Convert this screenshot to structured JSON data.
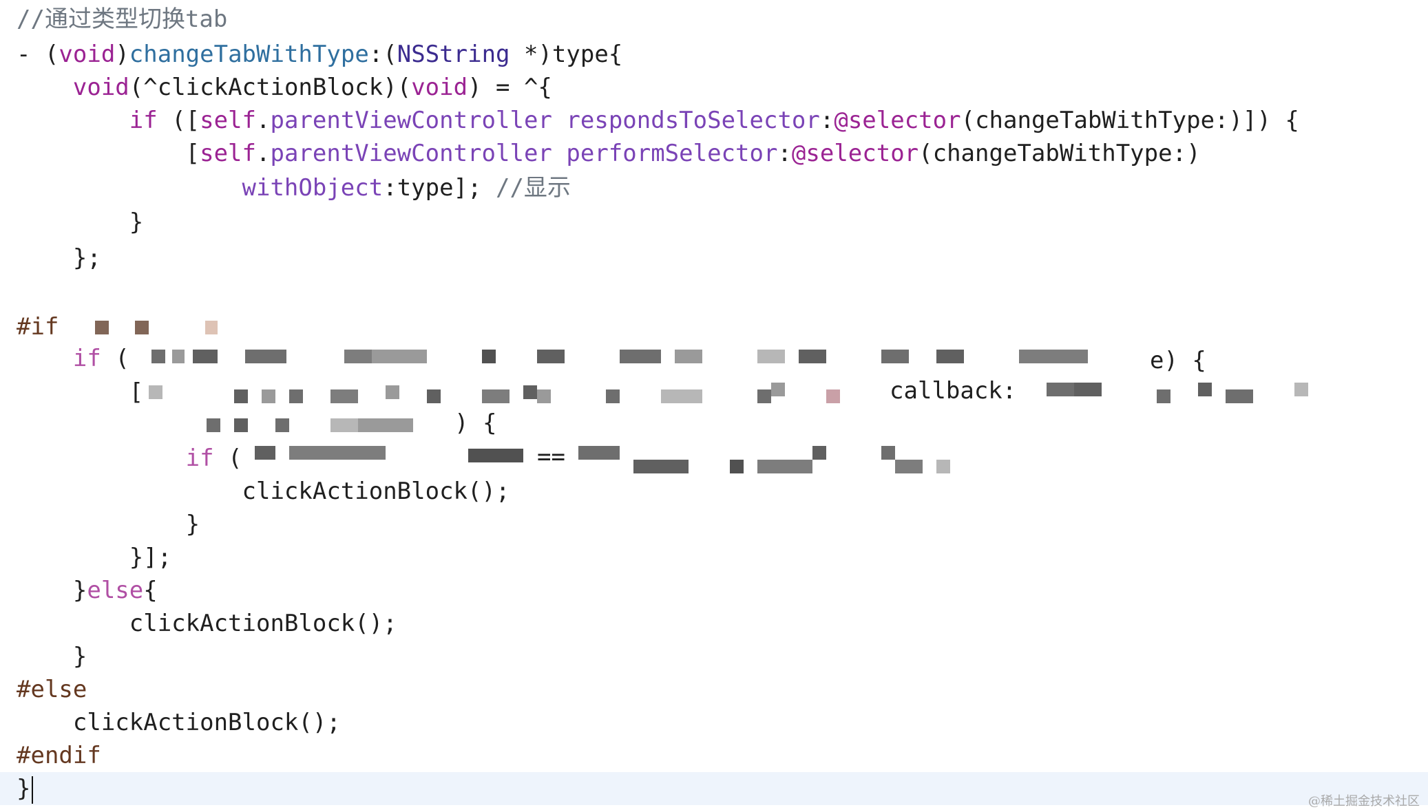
{
  "editor": {
    "lines": [
      [
        {
          "t": "//通过类型切换tab",
          "c": "c-comment"
        }
      ],
      [
        {
          "t": "- (",
          "c": "c-plain"
        },
        {
          "t": "void",
          "c": "c-keyword"
        },
        {
          "t": ")",
          "c": "c-plain"
        },
        {
          "t": "changeTabWithType",
          "c": "c-method"
        },
        {
          "t": ":(",
          "c": "c-plain"
        },
        {
          "t": "NSString",
          "c": "c-class"
        },
        {
          "t": " *)type{",
          "c": "c-plain"
        }
      ],
      [
        {
          "t": "    ",
          "c": "c-plain"
        },
        {
          "t": "void",
          "c": "c-keyword"
        },
        {
          "t": "(^clickActionBlock)(",
          "c": "c-plain"
        },
        {
          "t": "void",
          "c": "c-keyword"
        },
        {
          "t": ") = ^{",
          "c": "c-plain"
        }
      ],
      [
        {
          "t": "        ",
          "c": "c-plain"
        },
        {
          "t": "if",
          "c": "c-keyword"
        },
        {
          "t": " ([",
          "c": "c-plain"
        },
        {
          "t": "self",
          "c": "c-keyword"
        },
        {
          "t": ".",
          "c": "c-plain"
        },
        {
          "t": "parentViewController",
          "c": "c-prop"
        },
        {
          "t": " ",
          "c": "c-plain"
        },
        {
          "t": "respondsToSelector",
          "c": "c-sel"
        },
        {
          "t": ":",
          "c": "c-plain"
        },
        {
          "t": "@selector",
          "c": "c-keyword"
        },
        {
          "t": "(changeTabWithType:)]) {",
          "c": "c-plain"
        }
      ],
      [
        {
          "t": "            [",
          "c": "c-plain"
        },
        {
          "t": "self",
          "c": "c-keyword"
        },
        {
          "t": ".",
          "c": "c-plain"
        },
        {
          "t": "parentViewController",
          "c": "c-prop"
        },
        {
          "t": " ",
          "c": "c-plain"
        },
        {
          "t": "performSelector",
          "c": "c-sel"
        },
        {
          "t": ":",
          "c": "c-plain"
        },
        {
          "t": "@selector",
          "c": "c-keyword"
        },
        {
          "t": "(changeTabWithType:)",
          "c": "c-plain"
        }
      ],
      [
        {
          "t": "                ",
          "c": "c-plain"
        },
        {
          "t": "withObject",
          "c": "c-sel"
        },
        {
          "t": ":type]; ",
          "c": "c-plain"
        },
        {
          "t": "//显示",
          "c": "c-comment"
        }
      ],
      [
        {
          "t": "        }",
          "c": "c-plain"
        }
      ],
      [
        {
          "t": "    };",
          "c": "c-plain"
        }
      ],
      [
        {
          "t": "",
          "c": "c-plain"
        }
      ],
      [
        {
          "t": "#if",
          "c": "c-preproc"
        }
      ],
      [
        {
          "t": "    ",
          "c": "c-plain"
        },
        {
          "t": "if",
          "c": "c-keyword-soft"
        },
        {
          "t": " (",
          "c": "c-plain"
        }
      ],
      [
        {
          "t": "        [",
          "c": "c-plain"
        }
      ],
      [
        {
          "t": "            ",
          "c": "c-plain"
        }
      ],
      [
        {
          "t": "            ",
          "c": "c-plain"
        },
        {
          "t": "if",
          "c": "c-keyword-soft"
        },
        {
          "t": " (",
          "c": "c-plain"
        }
      ],
      [
        {
          "t": "                clickActionBlock();",
          "c": "c-plain"
        }
      ],
      [
        {
          "t": "            }",
          "c": "c-plain"
        }
      ],
      [
        {
          "t": "        }];",
          "c": "c-plain"
        }
      ],
      [
        {
          "t": "    }",
          "c": "c-plain"
        },
        {
          "t": "else",
          "c": "c-keyword-soft"
        },
        {
          "t": "{",
          "c": "c-plain"
        }
      ],
      [
        {
          "t": "        clickActionBlock();",
          "c": "c-plain"
        }
      ],
      [
        {
          "t": "    }",
          "c": "c-plain"
        }
      ],
      [
        {
          "t": "#else",
          "c": "c-preproc"
        }
      ],
      [
        {
          "t": "    clickActionBlock();",
          "c": "c-plain"
        }
      ],
      [
        {
          "t": "#endif",
          "c": "c-preproc"
        }
      ],
      [
        {
          "t": "}",
          "c": "c-plain"
        }
      ]
    ],
    "fragments": {
      "line10_tail": "e) {",
      "line11_callback": "callback:",
      "line12_tail": ") {",
      "line13_eq": "=="
    }
  },
  "watermark": "@稀土掘金技术社区"
}
